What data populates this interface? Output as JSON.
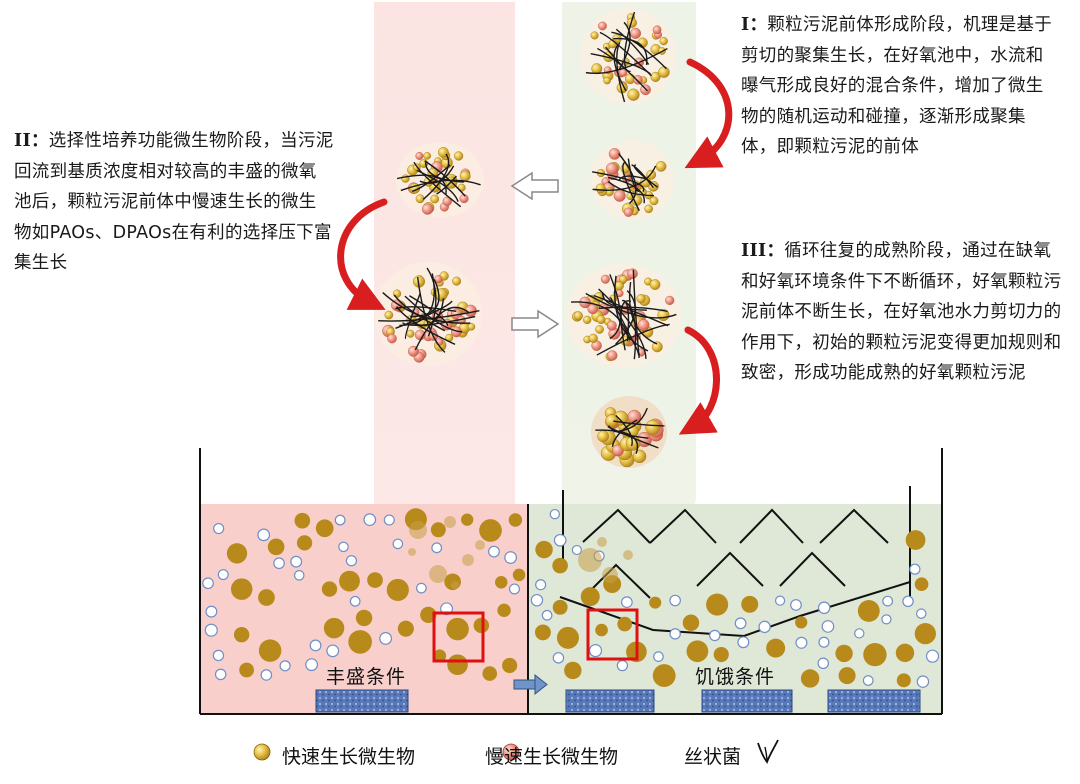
{
  "stages": {
    "I": {
      "label": "I：",
      "text": "颗粒污泥前体形成阶段，机理是基于剪切的聚集生长，在好氧池中，水流和曝气形成良好的混合条件，增加了微生物的随机运动和碰撞，逐渐形成聚集体，即颗粒污泥的前体"
    },
    "II": {
      "label": "II：",
      "text_before": "选择性培养功能微生物阶段，当污泥回流到基质浓度相对较高的丰盛的微氧池后，颗粒污泥前体中慢速生长的微生物如",
      "organisms": "PAOs、DPAOs",
      "text_after": "在有利的选择压下富集生长"
    },
    "III": {
      "label": "III：",
      "text": "循环往复的成熟阶段，通过在缺氧和好氧环境条件下不断循环，好氧颗粒污泥前体不断生长，在好氧池水力剪切力的作用下，初始的颗粒污泥变得更加规则和致密，形成功能成熟的好氧颗粒污泥"
    }
  },
  "tanks": {
    "feast_label": "丰盛条件",
    "famine_label": "饥饿条件"
  },
  "legend": {
    "fast": "快速生长微生物",
    "slow": "慢速生长微生物",
    "filament": "丝状菌"
  },
  "colors": {
    "feast_tank": "#f8cfcb",
    "famine_tank": "#dfe7d6",
    "fast_microbe": "#b88a1c",
    "slow_microbe": "#e8857a",
    "arrow_red": "#d81e1e",
    "highlight_box": "#e01010",
    "aerator": "#4a6aa8"
  }
}
